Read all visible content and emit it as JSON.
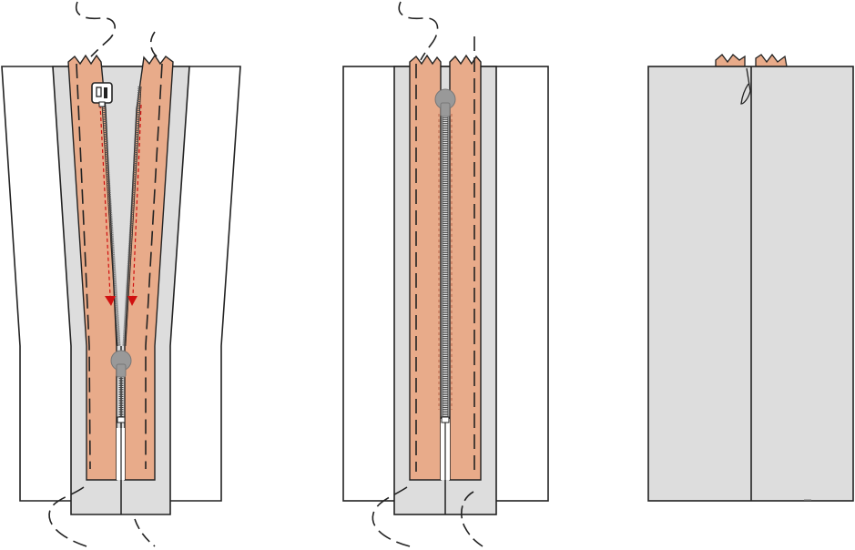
{
  "diagram": {
    "steps": [
      {
        "id": "step-1",
        "description": "zipper-open-pinned"
      },
      {
        "id": "step-2",
        "description": "zipper-closed-basted"
      },
      {
        "id": "step-3",
        "description": "finished-seam"
      }
    ],
    "colors": {
      "fabric": "#ffffff",
      "seam_allowance": "#dddddd",
      "zipper_tape": "#e8ab8a",
      "outline": "#222222",
      "slider": "#999999",
      "stitch_guide": "#d01010"
    },
    "icons": [
      "presser-foot-icon",
      "zipper-slider-icon",
      "zipper-stop-icon",
      "arrow-down-icon"
    ]
  }
}
